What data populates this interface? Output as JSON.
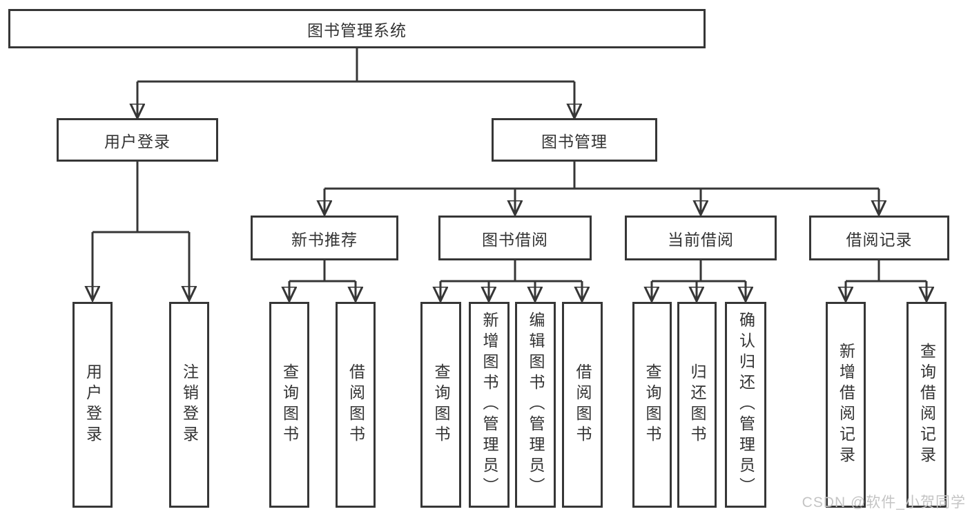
{
  "tree": {
    "label": "图书管理系统",
    "children": [
      {
        "label": "用户登录",
        "children": [
          {
            "label": "用户登录"
          },
          {
            "label": "注销登录"
          }
        ]
      },
      {
        "label": "图书管理",
        "children": [
          {
            "label": "新书推荐",
            "children": [
              {
                "label": "查询图书"
              },
              {
                "label": "借阅图书"
              }
            ]
          },
          {
            "label": "图书借阅",
            "children": [
              {
                "label": "查询图书"
              },
              {
                "label": "新增图书（管理员）"
              },
              {
                "label": "编辑图书（管理员）"
              },
              {
                "label": "借阅图书"
              }
            ]
          },
          {
            "label": "当前借阅",
            "children": [
              {
                "label": "查询图书"
              },
              {
                "label": "归还图书"
              },
              {
                "label": "确认归还（管理员）"
              }
            ]
          },
          {
            "label": "借阅记录",
            "children": [
              {
                "label": "新增借阅记录"
              },
              {
                "label": "查询借阅记录"
              }
            ]
          }
        ]
      }
    ]
  },
  "colors": {
    "line": "#363636",
    "text": "#333333",
    "watermark": "#c4c4c4",
    "background": "#ffffff"
  },
  "watermark": "CSDN @软件_小贺同学"
}
